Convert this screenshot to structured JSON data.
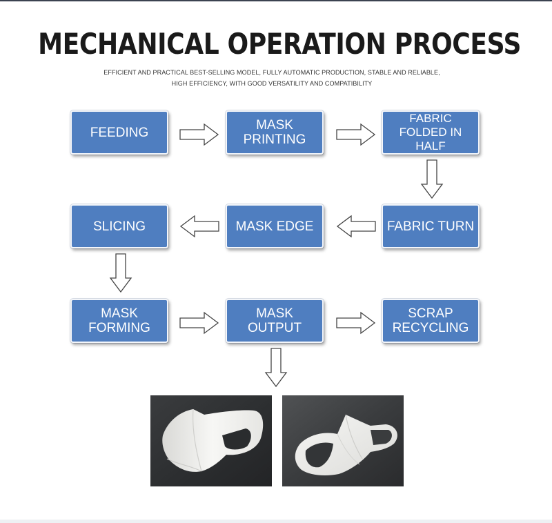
{
  "title": "MECHANICAL OPERATION PROCESS",
  "subtitle_line1": "EFFICIENT AND PRACTICAL BEST-SELLING MODEL, FULLY AUTOMATIC PRODUCTION, STABLE AND RELIABLE,",
  "subtitle_line2": "HIGH EFFICIENCY, WITH GOOD VERSATILITY AND COMPATIBILITY",
  "steps": {
    "feeding": "FEEDING",
    "mask_printing_1": "MASK",
    "mask_printing_2": "PRINTING",
    "fabric_folded_1": "FABRIC",
    "fabric_folded_2": "FOLDED IN HALF",
    "fabric_turn": "FABRIC TURN",
    "mask_edge": "MASK EDGE",
    "slicing": "SLICING",
    "mask_forming_1": "MASK",
    "mask_forming_2": "FORMING",
    "mask_output": "MASK OUTPUT",
    "scrap_recycling_1": "SCRAP",
    "scrap_recycling_2": "RECYCLING"
  },
  "colors": {
    "box_fill": "#4f7ec0",
    "box_text": "#ffffff",
    "arrow_stroke": "#444444",
    "photo_background": "#2f3133",
    "mask_color": "#f2f2f0"
  },
  "icons": [
    "arrow-right-icon",
    "arrow-left-icon",
    "arrow-down-icon"
  ]
}
